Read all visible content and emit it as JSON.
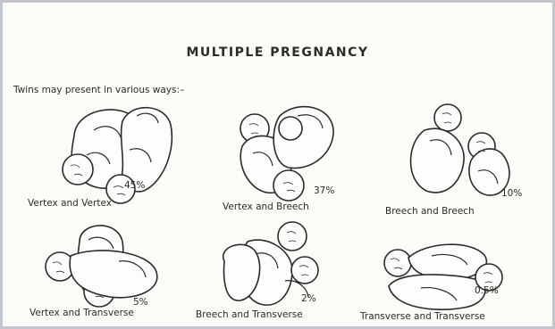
{
  "title": "MULTIPLE PREGNANCY",
  "intro": "Twins may present in various ways:–",
  "presentations": [
    {
      "label": "Vertex and Vertex",
      "percent": "45%"
    },
    {
      "label": "Vertex and Breech",
      "percent": "37%"
    },
    {
      "label": "Breech and Breech",
      "percent": "10%"
    },
    {
      "label": "Vertex and Transverse",
      "percent": "5%"
    },
    {
      "label": "Breech and Transverse",
      "percent": "2%"
    },
    {
      "label": "Transverse and Transverse",
      "percent": "0.5%"
    }
  ]
}
